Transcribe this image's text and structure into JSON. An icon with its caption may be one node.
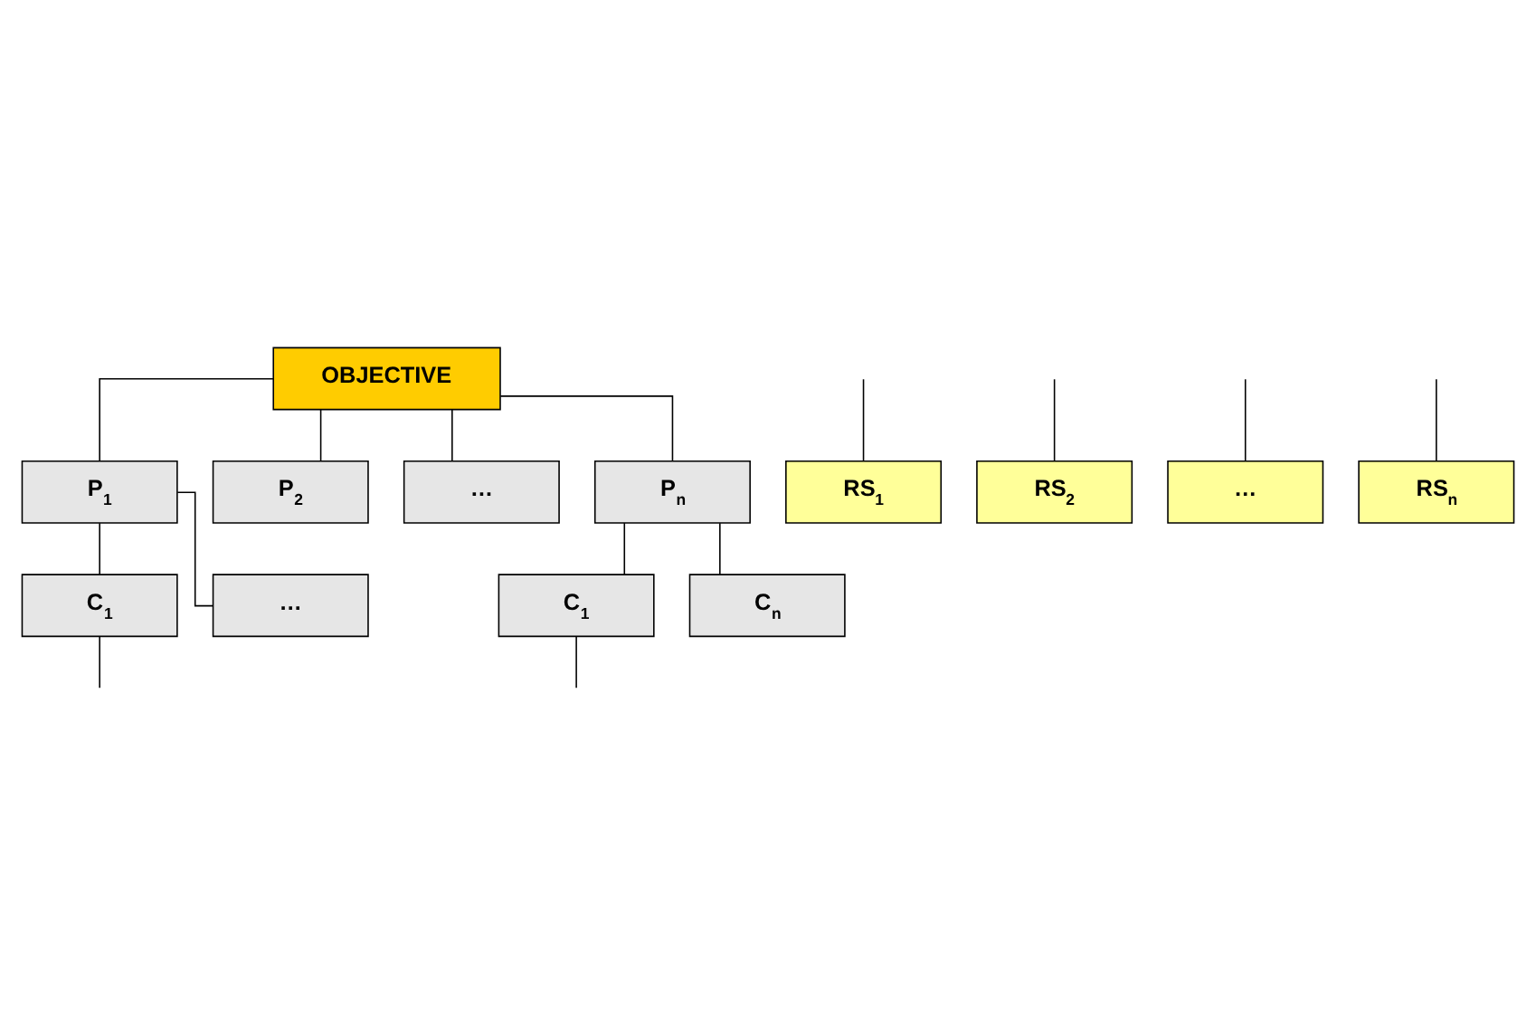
{
  "diagram": {
    "nodes": [
      {
        "text": [
          "OBJECTIVE"
        ]
      },
      {
        "text": [
          "P$_{1}$"
        ]
      },
      {
        "text": [
          "P$_{2}$"
        ]
      },
      {
        "text": [
          "…"
        ]
      },
      {
        "text": [
          "P$_{n}$"
        ]
      },
      {
        "text": [
          "C$_{1}$"
        ]
      },
      {
        "text": [
          "…"
        ]
      },
      {
        "text": [
          "C$_{1}$"
        ]
      },
      {
        "text": [
          "C$_{n}$"
        ]
      },
      {
        "text": [
          "RS$_{1}$"
        ]
      },
      {
        "text": [
          "RS$_{2}$"
        ]
      },
      {
        "text": [
          "…"
        ]
      },
      {
        "text": [
          "RS$_{n}$"
        ]
      }
    ],
    "edges": [
      {
        "from": 0,
        "to": 1,
        "arrow": "none"
      },
      {
        "from": 0,
        "to": 2,
        "arrow": "none"
      },
      {
        "from": 0,
        "to": 3,
        "arrow": "none"
      },
      {
        "from": 0,
        "to": 4,
        "arrow": "none"
      },
      {
        "from": 1,
        "to": 5,
        "arrow": "none"
      },
      {
        "from": 1,
        "to": 6,
        "arrow": "none"
      },
      {
        "from": 4,
        "to": 7,
        "arrow": "none"
      },
      {
        "from": 4,
        "to": 8,
        "arrow": "none"
      },
      {
        "from": 5,
        "to": null,
        "arrow": "none"
      },
      {
        "from": 7,
        "to": null,
        "arrow": "none"
      },
      {
        "from": null,
        "to": 9,
        "arrow": "none"
      },
      {
        "from": null,
        "to": 10,
        "arrow": "none"
      },
      {
        "from": null,
        "to": 11,
        "arrow": "none"
      },
      {
        "from": null,
        "to": 12,
        "arrow": "none"
      }
    ]
  }
}
